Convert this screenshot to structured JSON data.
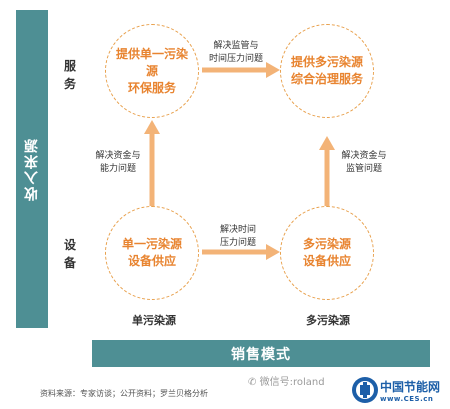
{
  "axes": {
    "y_title": "收入来源",
    "x_title": "销售模式",
    "rows": [
      "服务",
      "设备"
    ],
    "cols": [
      "单污染源",
      "多污染源"
    ]
  },
  "nodes": {
    "top_left": "提供单一污染源\n环保服务",
    "top_right": "提供多污染源\n综合治理服务",
    "bottom_left": "单一污染源\n设备供应",
    "bottom_right": "多污染源\n设备供应"
  },
  "arrows": {
    "top": "解决监管与\n时间压力问题",
    "left": "解决资金与\n能力问题",
    "bottom": "解决时间\n压力问题",
    "right": "解决资金与\n监管问题"
  },
  "footer": {
    "source": "资料来源：专家访谈；公开资料；罗兰贝格分析",
    "wechat": "微信号:roland",
    "site_name": "中国节能网",
    "site_url": "www.CES.cn"
  },
  "colors": {
    "axis_bar": "#4e8f94",
    "circle_border": "#e8a04c",
    "node_text": "#e88430",
    "arrow": "#f3b377",
    "logo": "#1d5fa8"
  }
}
